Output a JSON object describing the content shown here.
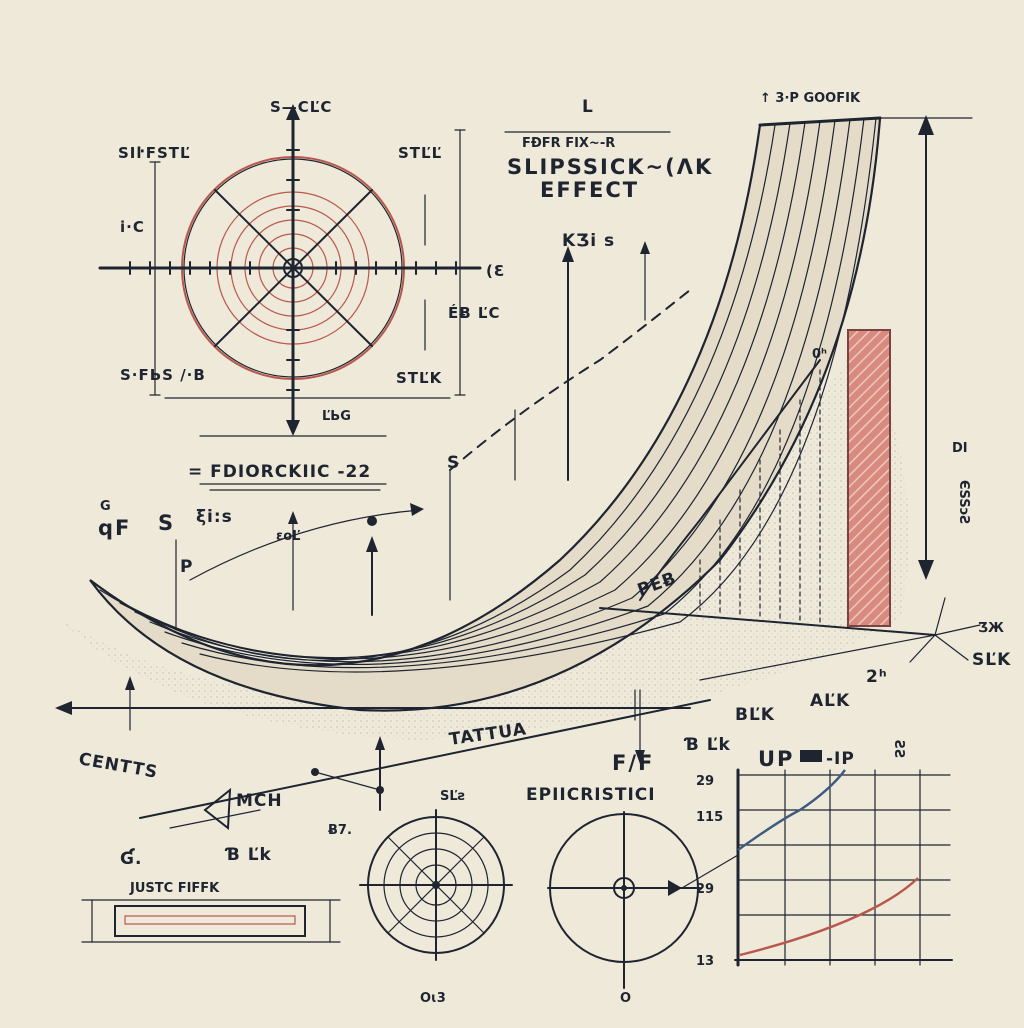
{
  "title": {
    "line1": "FƉFR FIX~-R",
    "line2": "SLIPSSICK~(ɅK",
    "line3": "EFFECT"
  },
  "dial": {
    "top": "S—CĽC",
    "left_upper": "SIŀFSTĽ",
    "left_mid": "i·C",
    "right_upper": "STĽĽ",
    "right_mid": "ÉɃ ĽC",
    "right_edge": "(Ɛ",
    "left_lower": "S·FЬS /·B",
    "right_lower": "STĽK",
    "bottom_mark": "ĽЬG",
    "formula": "= FDIORCKIIC -22"
  },
  "curve": {
    "top_label": "↑ 3·P GOOFIK",
    "l_mark": "L",
    "ksi": "KƷi s",
    "s_mark": "S",
    "g": "G",
    "qf": "qF",
    "s_big": "S",
    "sii": "ξi:s",
    "eol": "ɛoĽ",
    "p_small": "P",
    "pe": "PEɃ",
    "oh": "0ʰ",
    "di": "DI",
    "side_vert": "ЄSSɔƧ",
    "sk": "SĽK",
    "ak_top": "ƷЖ",
    "twok": "2ʰ",
    "ak": "AĽK",
    "bk": "BĽK"
  },
  "bottom": {
    "centts": "CENTTS",
    "tatua": "TATTUA",
    "mch": "MCH",
    "gk_left": "Ɓ Ľk",
    "gl": "Ɠ.",
    "justc": "JUSTC FIFFK",
    "sh2": "SĽƨ",
    "ot3": "Oɩ3",
    "o": "O",
    "b7": "Ƀ7.",
    "ff": "F/F",
    "epi": "EPIICRISTICI",
    "gk_right": "Ɓ Ľk"
  },
  "chart": {
    "legend_text": "UP",
    "legend_side": "-IP",
    "y_labels": [
      "29",
      "115",
      "29",
      "13"
    ],
    "y_values": [
      29,
      115,
      29,
      13
    ],
    "corner": "ƧƧ"
  },
  "colors": {
    "paper": "#efe9da",
    "ink": "#1e2430",
    "red": "#b8584c",
    "blue": "#3d5a80"
  }
}
